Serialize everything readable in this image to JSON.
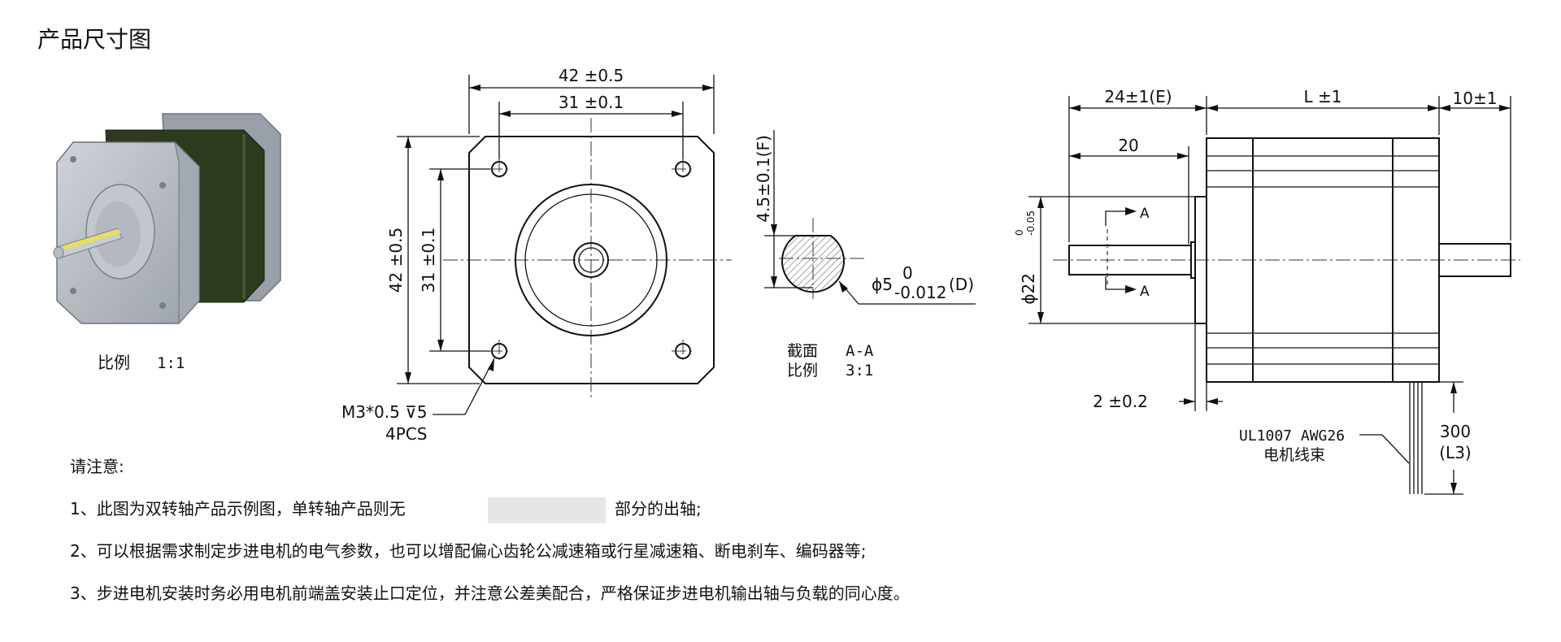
{
  "page_title": "产品尺寸图",
  "photo": {
    "scale_label": "比例",
    "scale_value": "1:1"
  },
  "front_view": {
    "overall_width": "42 ±0.5",
    "hole_pitch_width": "31 ±0.1",
    "overall_height": "42 ±0.5",
    "hole_pitch_height": "31 ±0.1",
    "hole_callout_line1": "M3*0.5 ⊽5",
    "hole_callout_line2": "4PCS"
  },
  "section_view": {
    "flat_dim": "4.5±0.1(F)",
    "dia_prefix": "ϕ5",
    "dia_upper": "0",
    "dia_lower": "-0.012",
    "dia_suffix": "(D)",
    "section_label": "截面",
    "section_value": "A-A",
    "scale_label": "比例",
    "scale_value": "3:1"
  },
  "side_view": {
    "shaft_length": "24±1(E)",
    "flat_length": "20",
    "body_length": "L ±1",
    "rear_shaft": "10±1",
    "pilot_prefix": "ϕ22",
    "pilot_upper": "0",
    "pilot_lower": "-0.05",
    "section_mark_top": "A",
    "section_mark_bottom": "A",
    "pilot_depth": "2 ±0.2",
    "wire_spec": "UL1007 AWG26",
    "wire_name": "电机线束",
    "lead_length": "300",
    "lead_code": "(L3)"
  },
  "notes": {
    "title": "请注意:",
    "items": [
      {
        "pre": "1、此图为双转轴产品示例图，单转轴产品则无",
        "post": "部分的出轴;"
      },
      {
        "pre": "2、可以根据需求制定步进电机的电气参数，也可以增配偏心齿轮公减速箱或行星减速箱、断电刹车、编码器等;",
        "post": ""
      },
      {
        "pre": "3、步进电机安装时务必用电机前端盖安装止口定位，并注意公差美配合，严格保证步进电机输出轴与负载的同心度。",
        "post": ""
      }
    ]
  },
  "colors": {
    "motor_end_cap": "#b7bcc4",
    "motor_body": "#2e3a1e",
    "shaft_flat": "#e8e05a",
    "note_highlight": "#e6e6e6"
  }
}
